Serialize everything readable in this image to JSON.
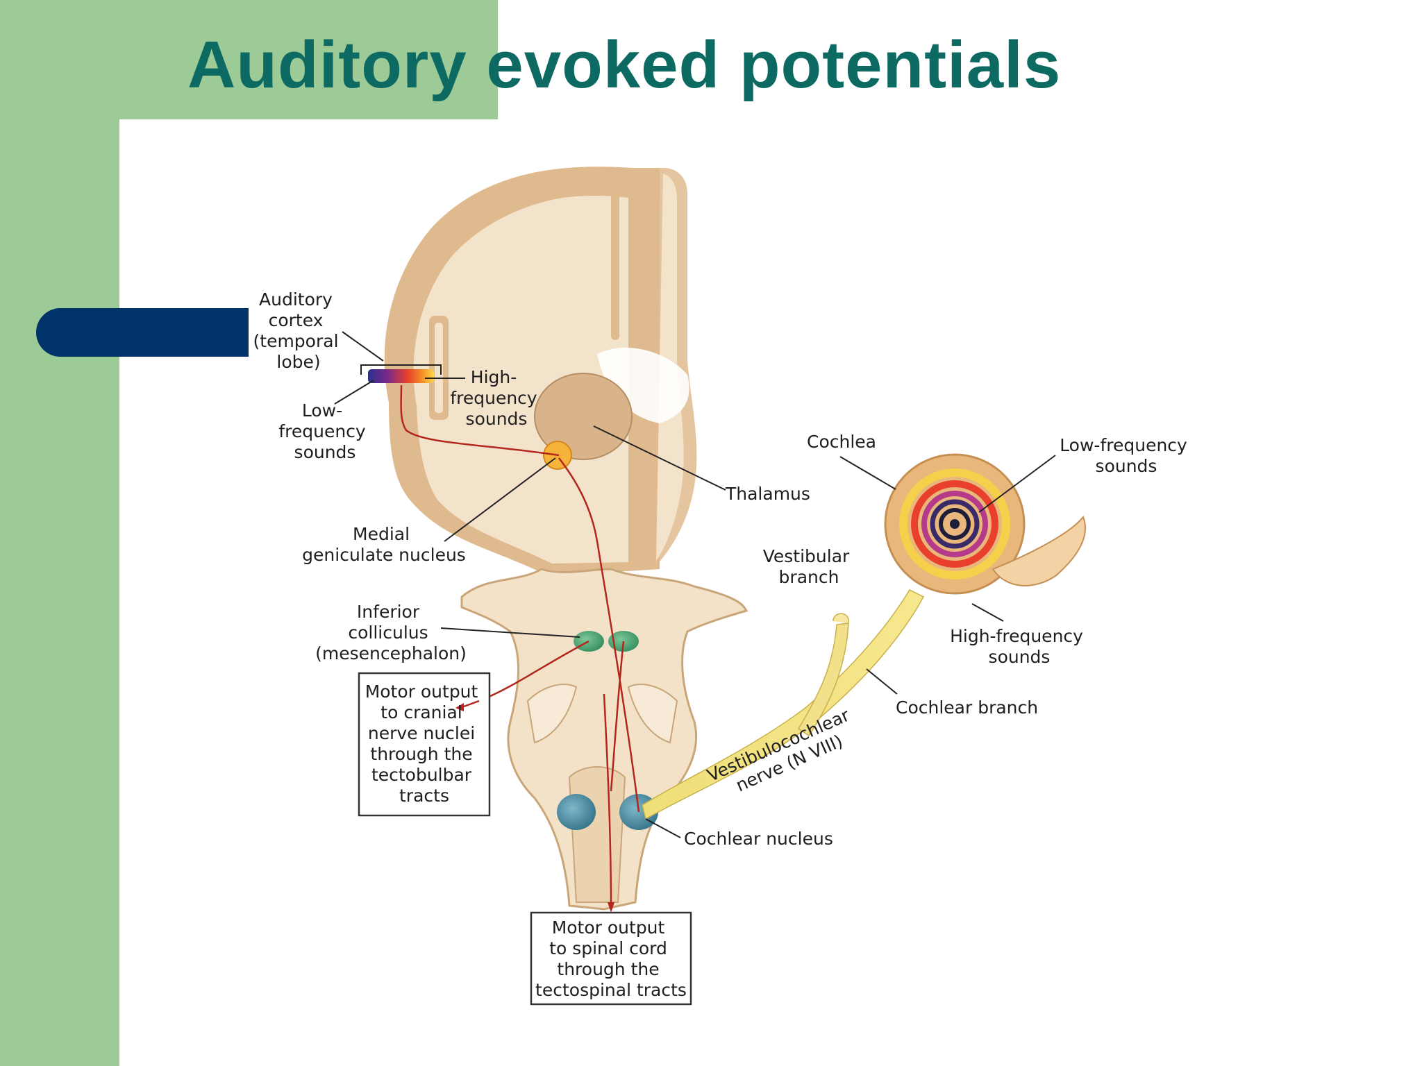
{
  "slide": {
    "title_part1": "Auditory",
    "title_part2": " evoked potentials",
    "colors": {
      "background": "#ffffff",
      "green_accent": "#9ccb97",
      "navy_accent": "#00336a",
      "title": "#0d6a63"
    }
  },
  "diagram": {
    "labels": {
      "auditory_cortex": [
        "Auditory",
        "cortex",
        "(temporal",
        "lobe)"
      ],
      "low_frequency_cortex": [
        "Low-",
        "frequency",
        "sounds"
      ],
      "high_frequency_cortex": [
        "High-",
        "frequency",
        "sounds"
      ],
      "thalamus": "Thalamus",
      "medial_geniculate": [
        "Medial",
        "geniculate nucleus"
      ],
      "cochlea": "Cochlea",
      "low_frequency_cochlea": [
        "Low-frequency",
        "sounds"
      ],
      "vestibular_branch": [
        "Vestibular",
        "branch"
      ],
      "high_frequency_cochlea": [
        "High-frequency",
        "sounds"
      ],
      "inferior_colliculus": [
        "Inferior",
        "colliculus",
        "(mesencephalon)"
      ],
      "cochlear_branch": "Cochlear branch",
      "vestibulocochlear_nerve": [
        "Vestibulocochlear",
        "nerve (N VIII)"
      ],
      "cochlear_nucleus": "Cochlear nucleus",
      "motor_output_cranial": [
        "Motor output",
        "to cranial",
        "nerve nuclei",
        "through the",
        "tectobulbar",
        "tracts"
      ],
      "motor_output_spinal": [
        "Motor output",
        "to spinal cord",
        "through  the",
        "tectospinal tracts"
      ]
    }
  }
}
